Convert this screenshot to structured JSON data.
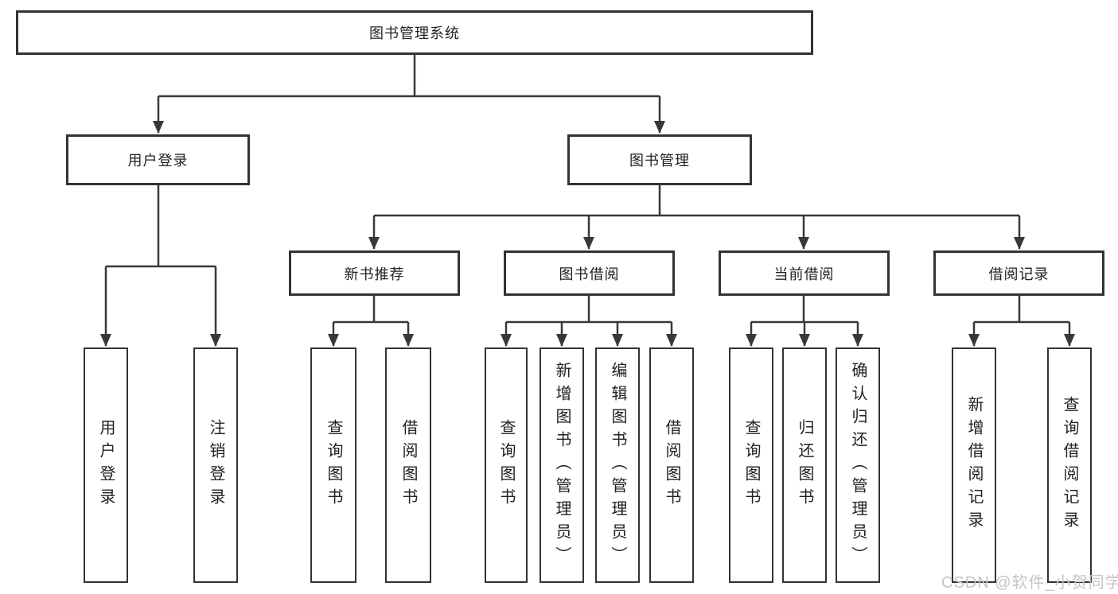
{
  "nodes": {
    "root": {
      "label": "图书管理系统"
    },
    "user_login": {
      "label": "用户登录"
    },
    "book_mgmt": {
      "label": "图书管理"
    },
    "new_book_rec": {
      "label": "新书推荐"
    },
    "book_borrow": {
      "label": "图书借阅"
    },
    "current_borrow": {
      "label": "当前借阅"
    },
    "borrow_records": {
      "label": "借阅记录"
    },
    "leaf_user_login": {
      "label": "用户登录"
    },
    "leaf_logout": {
      "label": "注销登录"
    },
    "leaf_rec_query": {
      "label": "查询图书"
    },
    "leaf_rec_borrow": {
      "label": "借阅图书"
    },
    "leaf_bb_query": {
      "label": "查询图书"
    },
    "leaf_bb_add": {
      "label": "新增图书（管理员）"
    },
    "leaf_bb_edit": {
      "label": "编辑图书（管理员）"
    },
    "leaf_bb_borrow": {
      "label": "借阅图书"
    },
    "leaf_cb_query": {
      "label": "查询图书"
    },
    "leaf_cb_return": {
      "label": "归还图书"
    },
    "leaf_cb_confirm": {
      "label": "确认归还（管理员）"
    },
    "leaf_br_add": {
      "label": "新增借阅记录"
    },
    "leaf_br_query": {
      "label": "查询借阅记录"
    }
  },
  "tree": {
    "label": "图书管理系统",
    "children": [
      {
        "label": "用户登录",
        "children": [
          {
            "label": "用户登录"
          },
          {
            "label": "注销登录"
          }
        ]
      },
      {
        "label": "图书管理",
        "children": [
          {
            "label": "新书推荐",
            "children": [
              {
                "label": "查询图书"
              },
              {
                "label": "借阅图书"
              }
            ]
          },
          {
            "label": "图书借阅",
            "children": [
              {
                "label": "查询图书"
              },
              {
                "label": "新增图书（管理员）"
              },
              {
                "label": "编辑图书（管理员）"
              },
              {
                "label": "借阅图书"
              }
            ]
          },
          {
            "label": "当前借阅",
            "children": [
              {
                "label": "查询图书"
              },
              {
                "label": "归还图书"
              },
              {
                "label": "确认归还（管理员）"
              }
            ]
          },
          {
            "label": "借阅记录",
            "children": [
              {
                "label": "新增借阅记录"
              },
              {
                "label": "查询借阅记录"
              }
            ]
          }
        ]
      }
    ]
  },
  "watermark": {
    "text": "CSDN @软件_小贺同学"
  },
  "colors": {
    "line": "#383838",
    "box_border": "#333333",
    "text": "#222222",
    "watermark": "#c5c5c5",
    "background": "#ffffff"
  }
}
